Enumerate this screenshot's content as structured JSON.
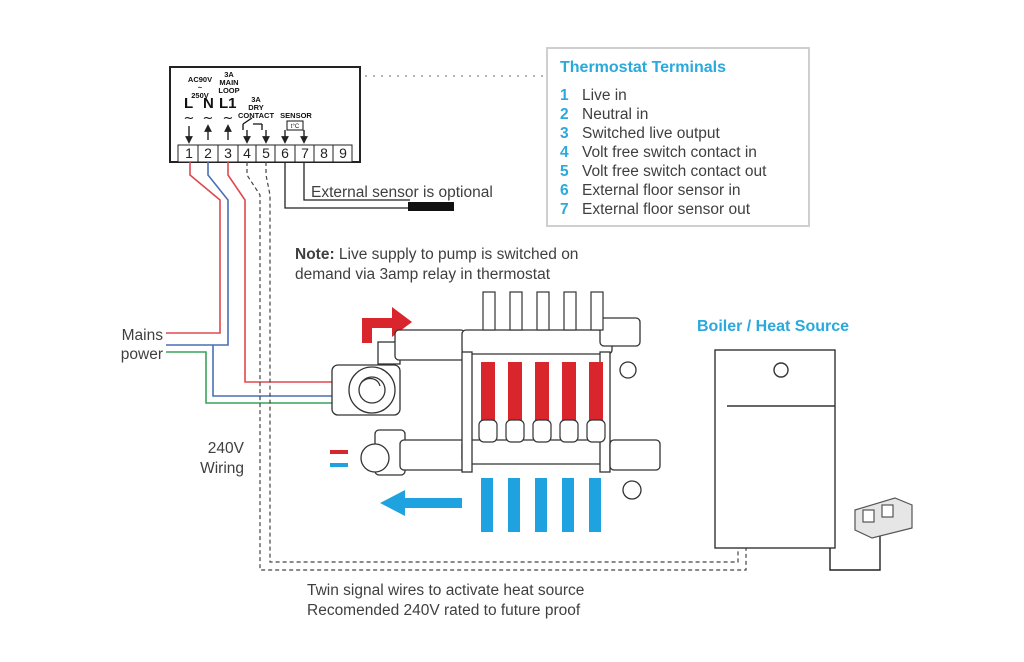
{
  "legend": {
    "title": "Thermostat Terminals",
    "items": [
      {
        "num": "1",
        "label": "Live in"
      },
      {
        "num": "2",
        "label": "Neutral in"
      },
      {
        "num": "3",
        "label": "Switched live output"
      },
      {
        "num": "4",
        "label": "Volt free switch contact in"
      },
      {
        "num": "5",
        "label": "Volt free switch contact out"
      },
      {
        "num": "6",
        "label": "External floor sensor in"
      },
      {
        "num": "7",
        "label": "External floor sensor out"
      }
    ]
  },
  "thermostat": {
    "terminals": [
      "1",
      "2",
      "3",
      "4",
      "5",
      "6",
      "7",
      "8",
      "9"
    ],
    "label_ac": "AC90V",
    "label_ac_tilde": "~",
    "label_ac_range": "250V",
    "label_main": "3A",
    "label_main2": "MAIN",
    "label_main3": "LOOP",
    "label_dry": "3A",
    "label_dry2": "DRY",
    "label_dry3": "CONTACT",
    "label_sensor": "SENSOR",
    "sym_l": "L",
    "sym_n": "N",
    "sym_l1": "L1"
  },
  "annotations": {
    "sensor_note": "External sensor is optional",
    "note_bold": "Note:",
    "note_line1": " Live supply to pump is switched on",
    "note_line2": "demand via 3amp relay in thermostat",
    "mains1": "Mains",
    "mains2": "power",
    "wiring1": "240V",
    "wiring2": "Wiring",
    "boiler_title": "Boiler / Heat Source",
    "twin1": "Twin signal wires to activate heat source",
    "twin2": "Recomended 240V rated to future proof"
  },
  "colors": {
    "accent": "#29a9dc",
    "hot": "#d9262c",
    "cold": "#1fa3e0",
    "live_wire": "#e0484f",
    "neutral_wire": "#4a6fb5",
    "earth_wire": "#3aa35a",
    "line": "#555555"
  }
}
